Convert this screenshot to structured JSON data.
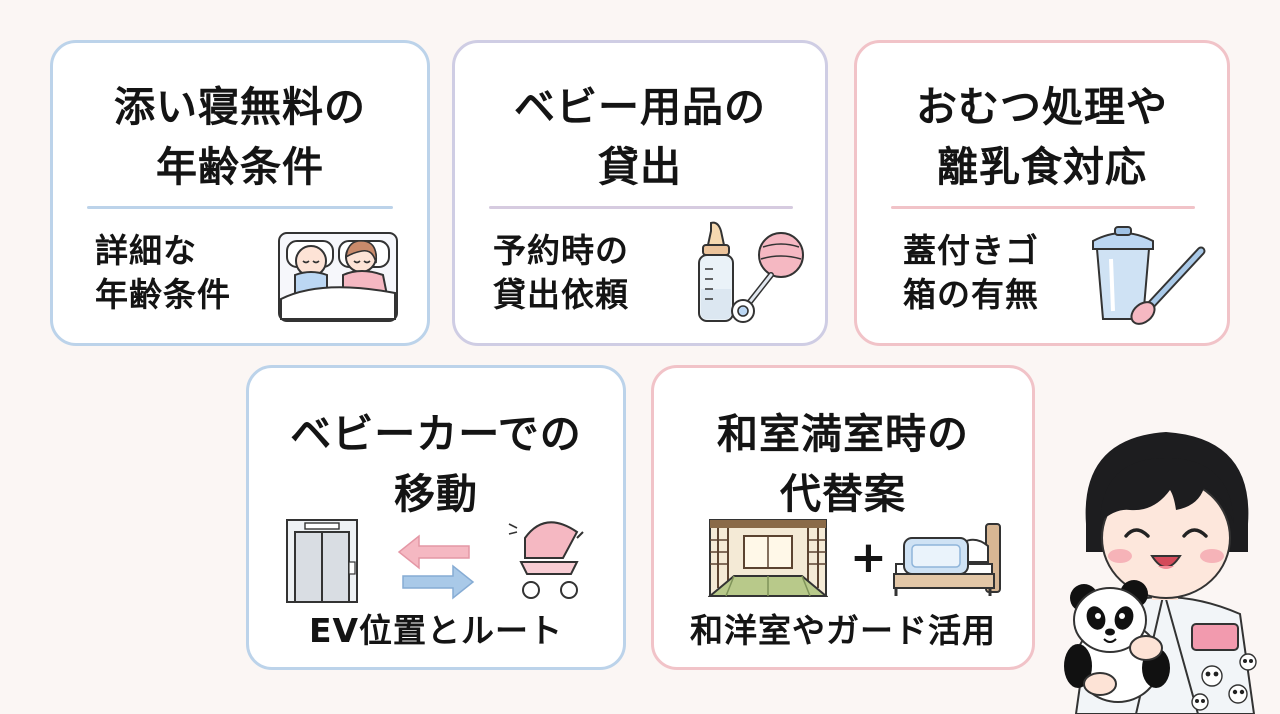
{
  "cards": [
    {
      "title": [
        "添い寝無料の",
        "年齢条件"
      ],
      "detail": [
        "詳細な",
        "年齢条件"
      ],
      "icon": "baby-sleeping-with-mother-icon",
      "accent": "#bcd3ea"
    },
    {
      "title": [
        "ベビー用品の",
        "貸出"
      ],
      "detail": [
        "予約時の",
        "貸出依頼"
      ],
      "icon": "baby-bottle-and-rattle-icon",
      "accent": "#cfcde4"
    },
    {
      "title": [
        "おむつ処理や",
        "離乳食対応"
      ],
      "detail": [
        "蓋付きゴ",
        "箱の有無"
      ],
      "icon": "trash-bin-and-spoon-icon",
      "accent": "#f1c3c8"
    },
    {
      "title": [
        "ベビーカーでの",
        "移動"
      ],
      "caption": "EV位置とルート",
      "icon": "elevator-arrows-stroller-icon",
      "accent": "#bcd3ea"
    },
    {
      "title": [
        "和室満室時の",
        "代替案"
      ],
      "caption": "和洋室やガード活用",
      "plus": "+",
      "icon": "japanese-room-plus-bed-guard-icon",
      "accent": "#f1c3c8"
    }
  ],
  "mascot": {
    "icon": "girl-in-yukata-holding-panda-icon"
  }
}
